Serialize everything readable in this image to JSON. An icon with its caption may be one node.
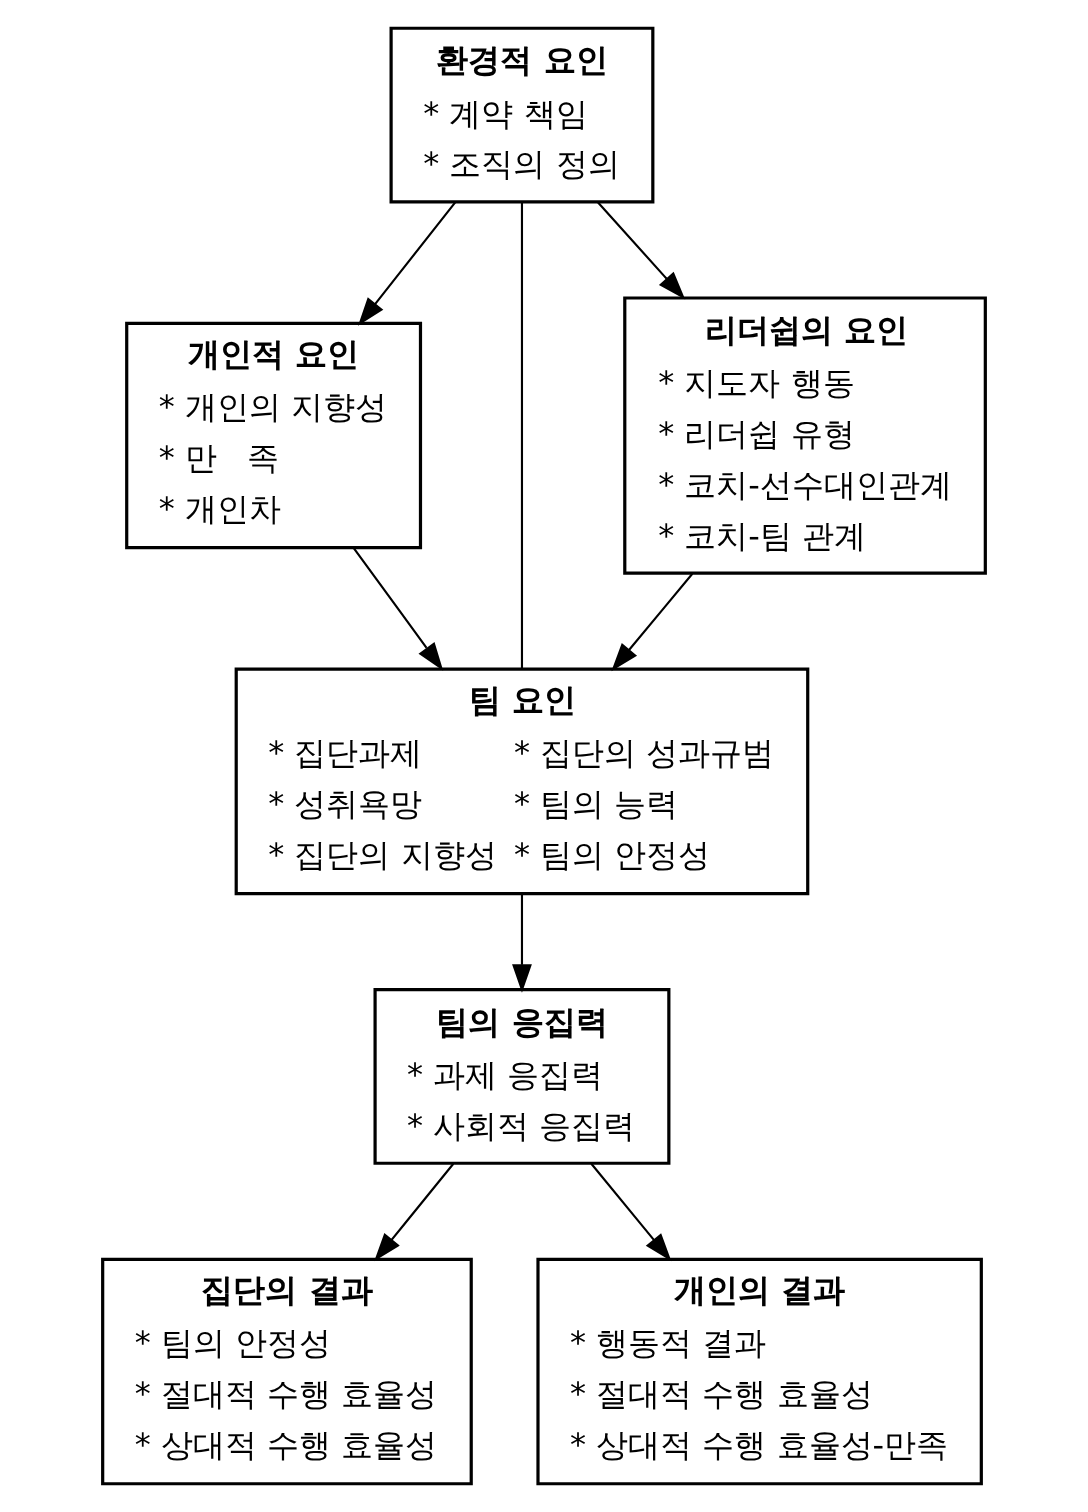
{
  "diagram": {
    "nodes": [
      {
        "text": [
          "환경적 요인",
          "* 계약 책임",
          "* 조직의 정의"
        ]
      },
      {
        "text": [
          "개인적 요인",
          "* 개인의 지향성",
          "* 만   족",
          "* 개인차"
        ]
      },
      {
        "text": [
          "리더쉽의 요인",
          "* 지도자 행동",
          "* 리더쉽 유형",
          "* 코치-선수대인관계",
          "* 코치-팀 관계"
        ]
      },
      {
        "text": [
          "팀 요인",
          "* 집단과제",
          "* 집단의 성과규범",
          "* 성취욕망",
          "* 팀의 능력",
          "* 집단의 지향성",
          "* 팀의 안정성"
        ]
      },
      {
        "text": [
          "팀의 응집력",
          "* 과제 응집력",
          "* 사회적 응집력"
        ]
      },
      {
        "text": [
          "집단의 결과",
          "* 팀의 안정성",
          "* 절대적 수행 효율성",
          "* 상대적 수행 효율성"
        ]
      },
      {
        "text": [
          "개인의 결과",
          "* 행동적 결과",
          "* 절대적 수행 효율성",
          "* 상대적 수행 효율성-만족"
        ]
      }
    ],
    "edges": [
      {
        "from": 0,
        "to": 1,
        "arrow": "to"
      },
      {
        "from": 0,
        "to": 3,
        "arrow": "none"
      },
      {
        "from": 0,
        "to": 2,
        "arrow": "to"
      },
      {
        "from": 1,
        "to": 3,
        "arrow": "to"
      },
      {
        "from": 2,
        "to": 3,
        "arrow": "to"
      },
      {
        "from": 3,
        "to": 4,
        "arrow": "to"
      },
      {
        "from": 4,
        "to": 5,
        "arrow": "to"
      },
      {
        "from": 4,
        "to": 6,
        "arrow": "to"
      }
    ]
  }
}
